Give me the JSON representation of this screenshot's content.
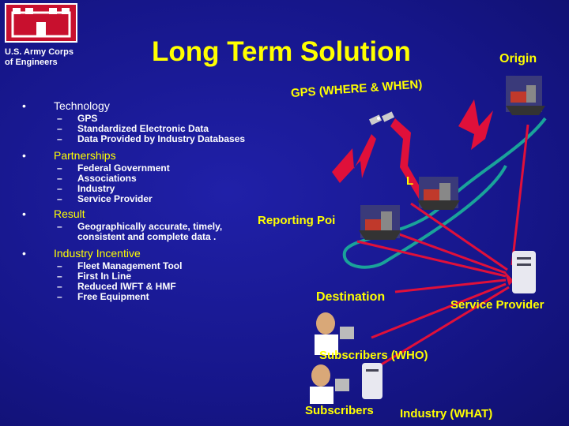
{
  "header": {
    "org_line1": "U.S. Army Corps",
    "org_line2": "of Engineers",
    "title": "Long Term Solution",
    "origin_label": "Origin",
    "gps_label": "GPS (WHERE & WHEN)"
  },
  "bullets": [
    {
      "label": "Technology",
      "items": [
        "GPS",
        "Standardized Electronic Data",
        "Data Provided by Industry Databases"
      ]
    },
    {
      "label": "Partnerships",
      "items": [
        "Federal Government",
        "Associations",
        "Industry",
        "Service Provider"
      ]
    },
    {
      "label": "Result",
      "items": [
        "Geographically accurate, timely, consistent and complete data ."
      ]
    },
    {
      "label": "Industry Incentive",
      "items": [
        "Fleet Management Tool",
        "First In Line",
        "Reduced IWFT & HMF",
        "Free Equipment"
      ]
    }
  ],
  "diagram": {
    "reporting_point_label": "Reporting Poi",
    "lock_label_fragment": "L",
    "destination_label": "Destination",
    "service_provider_label": "Service Provider",
    "subscribers_who_label": "Subscribers (WHO)",
    "subscribers_label": "Subscribers",
    "industry_what_label": "Industry (WHAT)"
  },
  "colors": {
    "background": "#1a1a8c",
    "accent_yellow": "#ffff00",
    "arrow_red": "#e0103a",
    "path_teal": "#1aa39a",
    "logo_red": "#c8102e"
  }
}
